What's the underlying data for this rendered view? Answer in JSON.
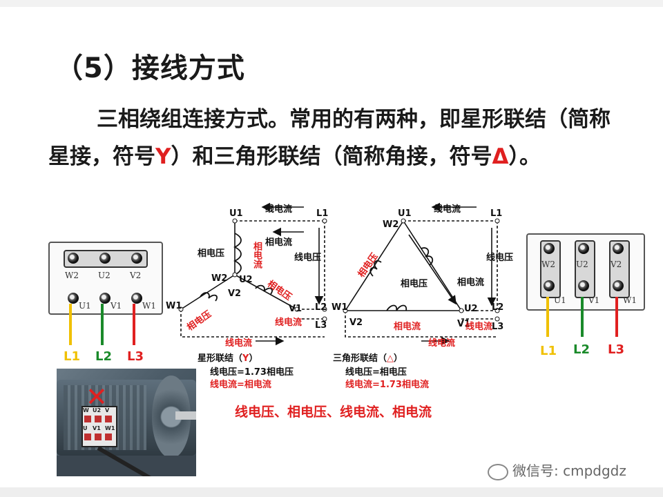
{
  "title": "（5）接线方式",
  "paragraph": {
    "part1": "三相绕组连接方式。常用的有两种，即星形联结（简称星接，符号",
    "symbol_y": "Y",
    "part2": "）和三角形联结（简称角接，符号",
    "symbol_delta": "Δ",
    "part3": "）。"
  },
  "left_terminal": {
    "top_labels": [
      "W2",
      "U2",
      "V2"
    ],
    "bottom_labels": [
      "U1",
      "V1",
      "W1"
    ],
    "lines": [
      "L1",
      "L2",
      "L3"
    ]
  },
  "right_terminal": {
    "top_labels": [
      "W2",
      "U2",
      "V2"
    ],
    "bottom_labels": [
      "U1",
      "V1",
      "W1"
    ],
    "lines": [
      "L1",
      "L2",
      "L3"
    ]
  },
  "star_diagram": {
    "nodes": [
      "U1",
      "W2",
      "U2",
      "V2",
      "W1",
      "V1",
      "L1",
      "L2",
      "L3"
    ],
    "line_current": "线电流",
    "phase_current": "相电流",
    "phase_voltage": "相电压",
    "line_voltage": "线电压",
    "red_phase_current": "相电流",
    "red_phase_voltage_1": "相电压",
    "red_phase_voltage_2": "相电压",
    "red_line_current_1": "线电流",
    "red_line_current_2": "线电流",
    "caption_prefix": "星形联结（",
    "caption_symbol": "Y",
    "caption_suffix": "）",
    "formula1": "线电压=1.73相电压",
    "formula2": "线电流=相电流"
  },
  "delta_diagram": {
    "nodes": [
      "U1",
      "W2",
      "W1",
      "V2",
      "U2",
      "V1",
      "L1",
      "L2",
      "L3"
    ],
    "line_current": "线电流",
    "line_voltage": "线电压",
    "phase_voltage": "相电压",
    "phase_current": "相电流",
    "red_phase_voltage": "相电压",
    "red_phase_current": "相电流",
    "red_line_current_1": "线电流",
    "red_line_current_2": "线电流",
    "caption_prefix": "三角形联结（",
    "caption_symbol": "△",
    "caption_suffix": "）",
    "formula1": "线电压=相电压",
    "formula2": "线电流=1.73相电流"
  },
  "summary": "线电压、相电压、线电流、相电流",
  "photo": {
    "plate_top": [
      "W",
      "U2",
      "V"
    ],
    "plate_bottom": [
      "U",
      "V1",
      "W1"
    ]
  },
  "watermark": "微信号: cmpdgdz",
  "colors": {
    "L1": "#f0c000",
    "L2": "#1a8a2a",
    "L3": "#e02020",
    "accent_red": "#e02020"
  }
}
